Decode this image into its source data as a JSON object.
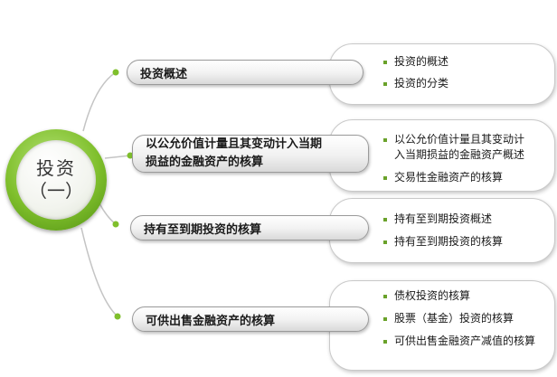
{
  "center": {
    "line1": "投资",
    "line2": "（一）"
  },
  "accent_color": "#7fbf2c",
  "branches": [
    {
      "label": "投资概述",
      "items": [
        "投资的概述",
        "投资的分类"
      ]
    },
    {
      "label_line1": "以公允价值计量且其变动计入当期",
      "label_line2": "损益的金融资产的核算",
      "items": [
        {
          "line1": "以公允价值计量且其变动计",
          "line2": "入当期损益的金融资产概述"
        },
        "交易性金融资产的核算"
      ]
    },
    {
      "label": "持有至到期投资的核算",
      "items": [
        "持有至到期投资概述",
        "持有至到期投资的核算"
      ]
    },
    {
      "label": "可供出售金融资产的核算",
      "items": [
        "债权投资的核算",
        "股票（基金）投资的核算",
        "可供出售金融资产减值的核算"
      ]
    }
  ]
}
